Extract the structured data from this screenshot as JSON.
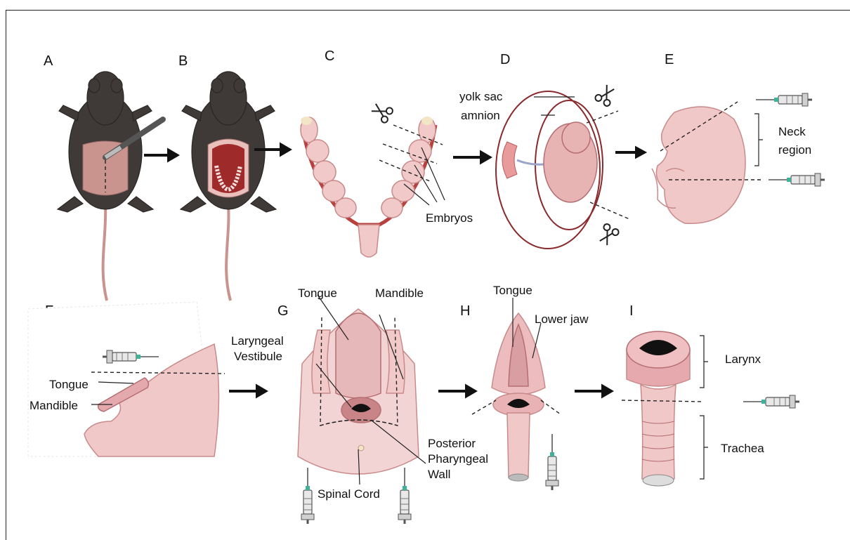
{
  "panels": {
    "a": "A",
    "b": "B",
    "c": "C",
    "d": "D",
    "e": "E",
    "f": "F",
    "g": "G",
    "h": "H",
    "i": "I"
  },
  "labels": {
    "embryos": "Embryos",
    "yolk_sac": "yolk sac",
    "amnion": "amnion",
    "neck_region_line1": "Neck",
    "neck_region_line2": "region",
    "f_tongue": "Tongue",
    "f_mandible": "Mandible",
    "g_tongue": "Tongue",
    "g_mandible": "Mandible",
    "g_laryngeal_line1": "Laryngeal",
    "g_laryngeal_line2": "Vestibule",
    "g_posterior_line1": "Posterior",
    "g_posterior_line2": "Pharyngeal",
    "g_posterior_line3": "Wall",
    "g_spinal_cord": "Spinal Cord",
    "h_tongue": "Tongue",
    "h_lower_jaw": "Lower jaw",
    "i_larynx": "Larynx",
    "i_trachea": "Trachea"
  },
  "icons": [
    "scalpel-icon",
    "scissors-icon",
    "syringe-icon",
    "arrow-right-icon"
  ]
}
